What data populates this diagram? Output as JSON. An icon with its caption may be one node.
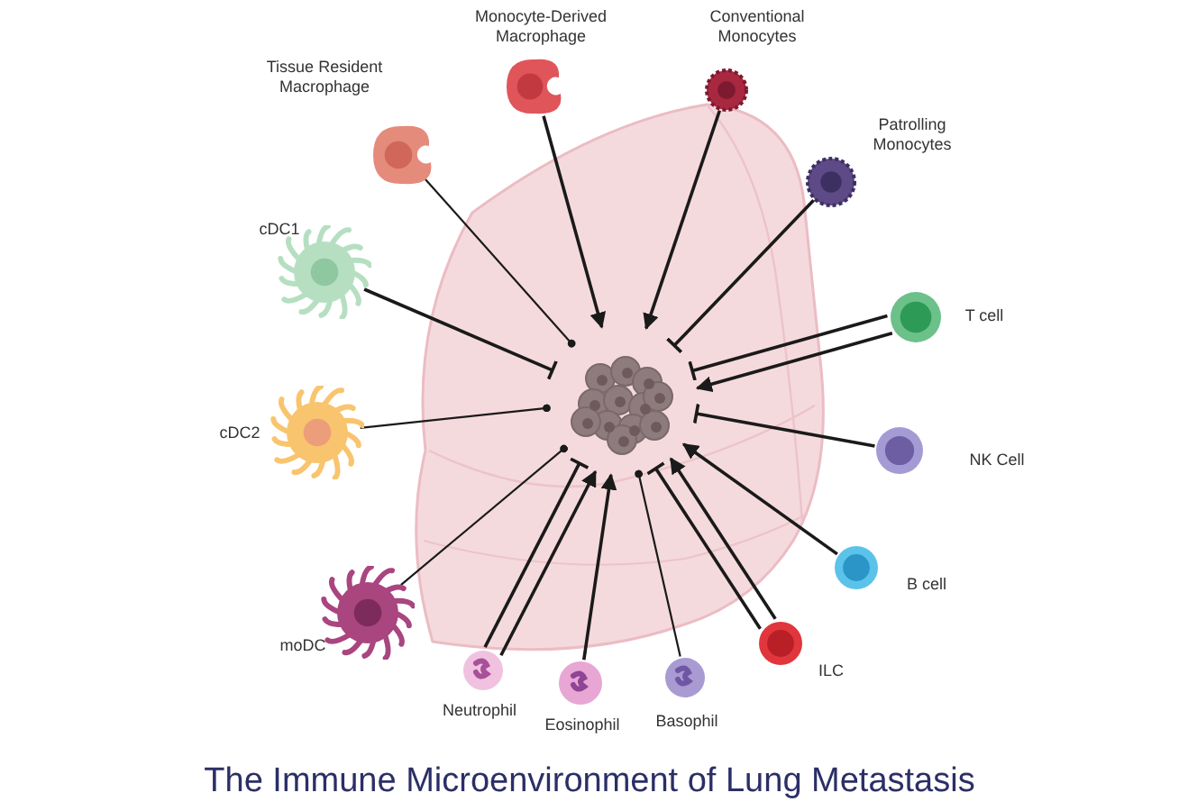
{
  "diagram": {
    "title": "The Immune Microenvironment of Lung Metastasis",
    "nodes": [
      {
        "text": [],
        "shape": "picture",
        "beside": [
          "Tissue Resident Macrophage"
        ]
      },
      {
        "text": [],
        "shape": "picture",
        "beside": [
          "Monocyte-Derived Macrophage"
        ]
      },
      {
        "text": [],
        "shape": "picture",
        "beside": [
          "Conventional Monocytes"
        ]
      },
      {
        "text": [],
        "shape": "picture",
        "beside": [
          "Patrolling Monocytes"
        ]
      },
      {
        "text": [],
        "shape": "picture",
        "beside": [
          "cDC1"
        ]
      },
      {
        "text": [],
        "shape": "picture",
        "beside": [
          "T cell"
        ]
      },
      {
        "text": [],
        "shape": "picture",
        "beside": [
          "cDC2"
        ]
      },
      {
        "text": [],
        "shape": "picture",
        "beside": [
          "NK Cell"
        ]
      },
      {
        "text": [],
        "shape": "picture",
        "beside": [
          "moDC"
        ]
      },
      {
        "text": [],
        "shape": "picture",
        "beside": [
          "B cell"
        ]
      },
      {
        "text": [],
        "shape": "picture",
        "beside": [
          "Neutrophil"
        ]
      },
      {
        "text": [],
        "shape": "picture",
        "beside": [
          "Eosinophil"
        ]
      },
      {
        "text": [],
        "shape": "picture",
        "beside": [
          "Basophil"
        ]
      },
      {
        "text": [],
        "shape": "picture",
        "beside": [
          "ILC"
        ]
      },
      {
        "text": [],
        "shape": "picture"
      }
    ],
    "edges": [
      {
        "from": 0,
        "to": 14,
        "arrow": "other"
      },
      {
        "from": 1,
        "to": 14,
        "arrow": "to"
      },
      {
        "from": 2,
        "to": 14,
        "arrow": "to"
      },
      {
        "from": 3,
        "to": 14,
        "arrow": "other"
      },
      {
        "from": 4,
        "to": 14,
        "arrow": "other"
      },
      {
        "from": 5,
        "to": 14,
        "arrow": "to"
      },
      {
        "from": 5,
        "to": 14,
        "arrow": "other"
      },
      {
        "from": 6,
        "to": 14,
        "arrow": "other"
      },
      {
        "from": 7,
        "to": 14,
        "arrow": "other"
      },
      {
        "from": 8,
        "to": 14,
        "arrow": "other"
      },
      {
        "from": 10,
        "to": 14,
        "arrow": "other"
      },
      {
        "from": 10,
        "to": 14,
        "arrow": "to"
      },
      {
        "from": 11,
        "to": 14,
        "arrow": "to"
      },
      {
        "from": 12,
        "to": 14,
        "arrow": "other"
      },
      {
        "from": 13,
        "to": 14,
        "arrow": "other"
      },
      {
        "from": 13,
        "to": 14,
        "arrow": "to"
      },
      {
        "from": 9,
        "to": 14,
        "arrow": "to"
      }
    ]
  }
}
